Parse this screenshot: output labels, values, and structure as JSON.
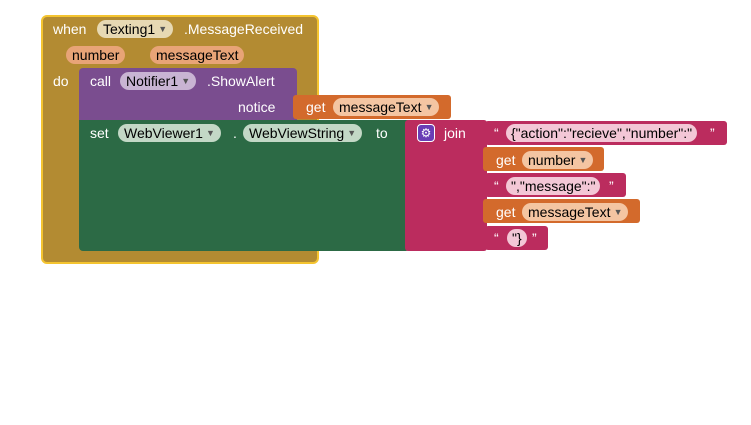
{
  "event": {
    "when_label": "when",
    "component": "Texting1",
    "event_name": ".MessageReceived",
    "params": [
      "number",
      "messageText"
    ],
    "do_label": "do"
  },
  "call": {
    "call_label": "call",
    "component": "Notifier1",
    "method": ".ShowAlert",
    "notice_label": "notice",
    "get_label": "get",
    "get_var": "messageText"
  },
  "set": {
    "set_label": "set",
    "component": "WebViewer1",
    "dot": ".",
    "property": "WebViewString",
    "to_label": "to"
  },
  "join": {
    "join_label": "join",
    "quote_open": "“",
    "quote_close": "”",
    "items": [
      {
        "type": "text",
        "value": "{\"action\":\"recieve\",\"number\":\""
      },
      {
        "type": "get",
        "label": "get",
        "var": "number"
      },
      {
        "type": "text",
        "value": "\",\"message\":\""
      },
      {
        "type": "get",
        "label": "get",
        "var": "messageText"
      },
      {
        "type": "text",
        "value": "\"}"
      }
    ]
  },
  "colors": {
    "event": "#b38b32",
    "event_border": "#f4c430",
    "call": "#7a4d8f",
    "set": "#2c6a45",
    "get": "#d36a2c",
    "text": "#bb2c5e"
  }
}
